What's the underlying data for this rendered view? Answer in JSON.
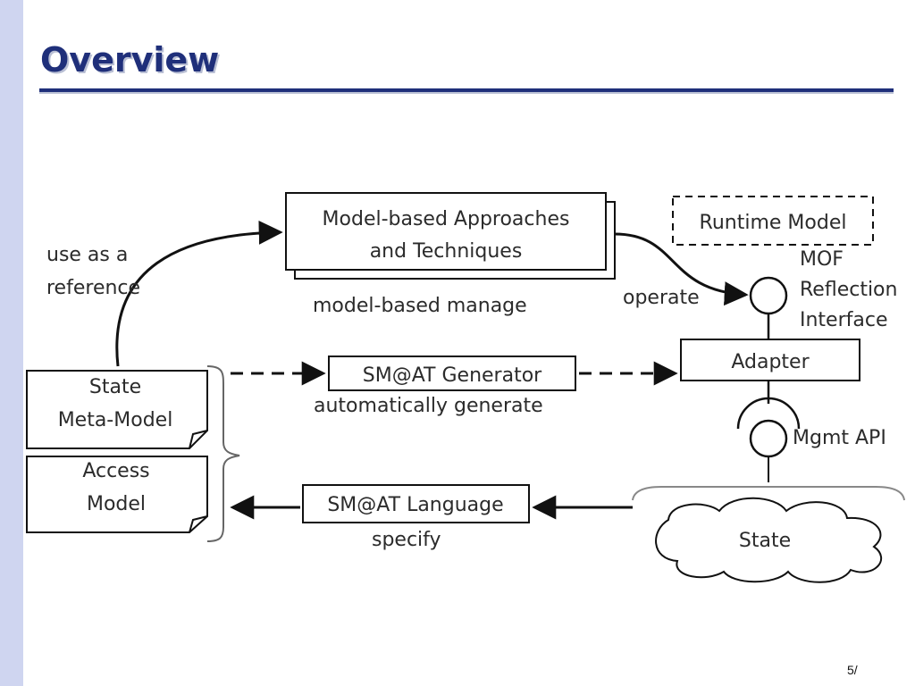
{
  "slide": {
    "title": "Overview",
    "page_number": "5/"
  },
  "diagram": {
    "boxes": {
      "model_based_line1": "Model-based Approaches",
      "model_based_line2": "and Techniques",
      "runtime_model": "Runtime Model",
      "sm_generator": "SM@AT Generator",
      "adapter": "Adapter",
      "state_meta_model_line1": "State",
      "state_meta_model_line2": "Meta-Model",
      "access_model_line1": "Access",
      "access_model_line2": "Model",
      "sm_language": "SM@AT Language",
      "state_cloud": "State"
    },
    "labels": {
      "use_as_a": "use as a",
      "reference": "reference",
      "model_based_manage": "model-based manage",
      "operate": "operate",
      "mof": "MOF",
      "reflection": "Reflection",
      "interface": "Interface",
      "automatically_generate": "automatically generate",
      "mgmt_api": "Mgmt API",
      "specify": "specify"
    }
  }
}
